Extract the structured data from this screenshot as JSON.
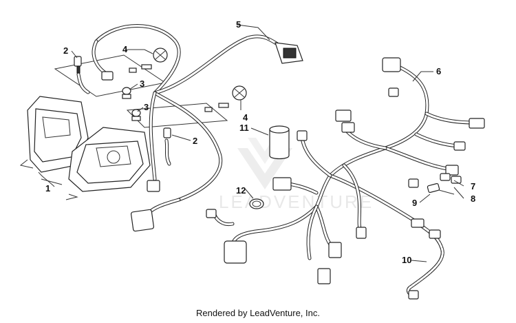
{
  "diagram": {
    "callouts": [
      {
        "label": "1"
      },
      {
        "label": "2"
      },
      {
        "label": "2"
      },
      {
        "label": "3"
      },
      {
        "label": "3"
      },
      {
        "label": "4"
      },
      {
        "label": "4"
      },
      {
        "label": "5"
      },
      {
        "label": "6"
      },
      {
        "label": "7"
      },
      {
        "label": "8"
      },
      {
        "label": "9"
      },
      {
        "label": "10"
      },
      {
        "label": "11"
      },
      {
        "label": "12"
      }
    ],
    "watermark_text": "LEADVENTURE",
    "footer_text": "Rendered by LeadVenture, Inc."
  }
}
